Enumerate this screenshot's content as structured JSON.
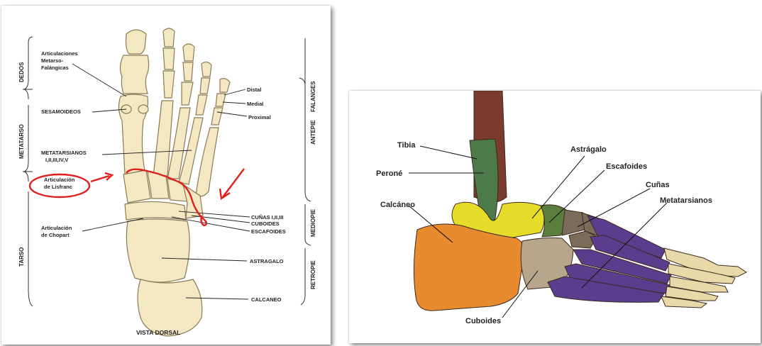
{
  "dorsal": {
    "regions": {
      "dedos": "DEDOS",
      "metatarso": "METATARSO",
      "tarso": "TARSO",
      "falanges": "FALANGES",
      "antepie": "ANTEPIE",
      "mediopie": "MEDIOPIE",
      "retropie": "RETROPIE"
    },
    "labels": {
      "articulaciones_1": "Articulaciones",
      "articulaciones_2": "Metarso-",
      "articulaciones_3": "Falángicas",
      "sesamoideos": "SESAMOIDEOS",
      "metatarsianos_1": "METATARSIANOS",
      "metatarsianos_2": "I,II,III,IV,V",
      "lisfranc_1": "Articulación",
      "lisfranc_2": "de Lisfranc",
      "chopart_1": "Articulación",
      "chopart_2": "de Chopart",
      "distal": "Distal",
      "medial": "Medial",
      "proximal": "Proximal",
      "cunas": "CUÑAS I,II,III",
      "cuboides": "CUBOIDES",
      "escafoides": "ESCAFOIDES",
      "astragalo": "ASTRAGALO",
      "calcaneo": "CALCANEO",
      "caption": "VISTA DORSAL"
    },
    "colors": {
      "bone": "#f3e8c2",
      "bone_outline": "#8a7a55",
      "annotation": "#e0201c"
    }
  },
  "lateral": {
    "labels": {
      "tibia": "Tibia",
      "perone": "Peroné",
      "calcaneo": "Calcáneo",
      "astragalo": "Astrágalo",
      "escafoides": "Escafoides",
      "cunas": "Cuñas",
      "metatarsianos": "Metatarsianos",
      "cuboides": "Cuboides"
    },
    "colors": {
      "tibia": "#7a3c2e",
      "perone": "#4d7a4a",
      "astragalo": "#e6dc2a",
      "calcaneo": "#e88a2e",
      "escafoides": "#5a7e3c",
      "cunas": "#7d6b5a",
      "cuboides": "#b7a68c",
      "metatarsianos": "#5b3d8e",
      "falanges": "#ead9a8"
    }
  }
}
